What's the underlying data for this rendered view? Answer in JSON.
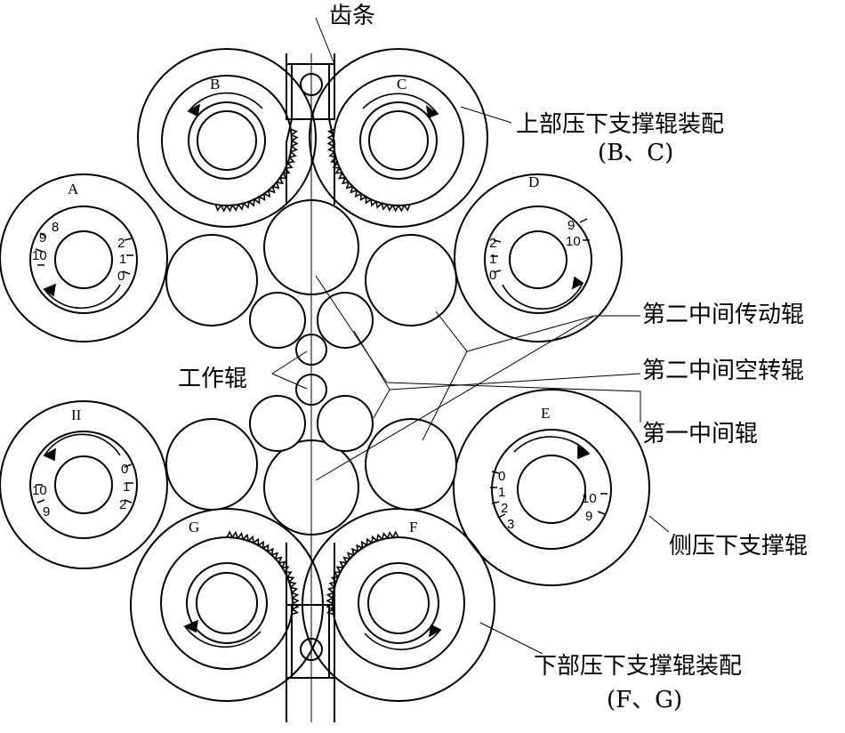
{
  "labels": {
    "rack": "齿条",
    "upper_assembly": "上部压下支撑辊装配",
    "upper_assembly_sub": "(B、C)",
    "second_drive": "第二中间传动辊",
    "second_idler": "第二中间空转辊",
    "first_intermediate": "第一中间辊",
    "work_roll": "工作辊",
    "side_backup": "侧压下支撑辊",
    "lower_assembly": "下部压下支撑辊装配",
    "lower_assembly_sub": "(F、G)"
  },
  "roll_letters": {
    "A": "A",
    "B": "B",
    "C": "C",
    "D": "D",
    "E": "E",
    "F": "F",
    "G": "G",
    "H": "II"
  },
  "scales": {
    "A_left": [
      "9",
      "8",
      "10"
    ],
    "A_right": [
      "2",
      "1",
      "0"
    ],
    "D_left": [
      "2",
      "1",
      "0"
    ],
    "D_right": [
      "9",
      "10"
    ],
    "H_left": [
      "10",
      "9"
    ],
    "H_right": [
      "0",
      "1",
      "2"
    ],
    "E_left": [
      "0",
      "1",
      "2",
      "3"
    ],
    "E_right": [
      "10",
      "9"
    ]
  }
}
